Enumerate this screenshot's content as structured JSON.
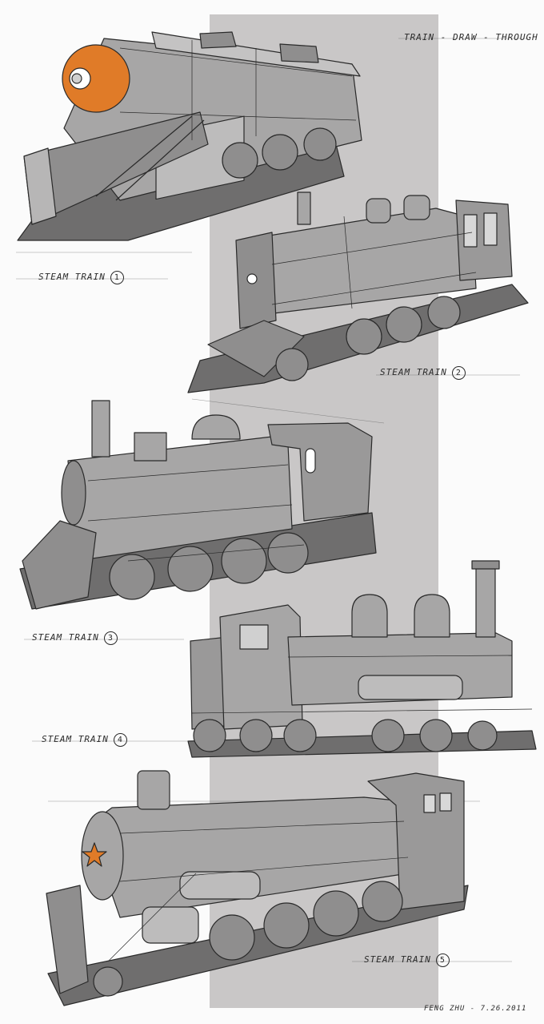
{
  "sheet": {
    "header": "TRAIN - DRAW - THROUGH",
    "signature": "FENG ZHU - 7.26.2011"
  },
  "labels": [
    {
      "text": "STEAM TRAIN",
      "number": "1"
    },
    {
      "text": "STEAM TRAIN",
      "number": "2"
    },
    {
      "text": "STEAM TRAIN",
      "number": "3"
    },
    {
      "text": "STEAM TRAIN",
      "number": "4"
    },
    {
      "text": "STEAM TRAIN",
      "number": "5"
    }
  ],
  "colors": {
    "paper": "#fbfbfb",
    "band": "#c9c7c7",
    "ink": "#2a2a2a",
    "body": "#a7a6a6",
    "shade": "#6f6e6e",
    "accent": "#e07b28"
  }
}
